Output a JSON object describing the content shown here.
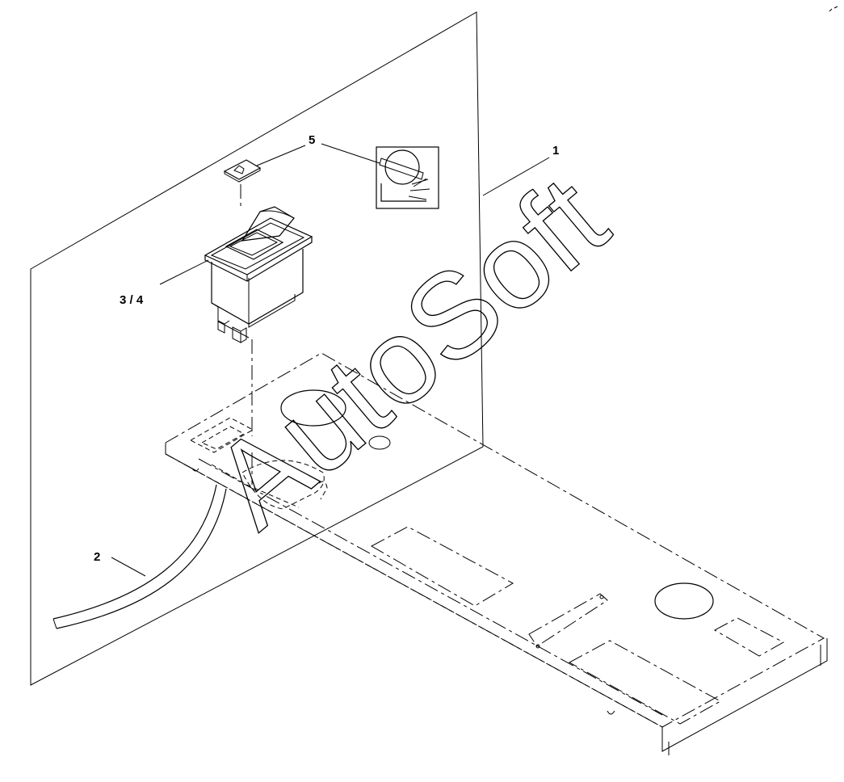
{
  "callouts": {
    "c1": "1",
    "c2": "2",
    "c3": "3 / 4",
    "c5": "5"
  },
  "watermark": "AutoSoft"
}
